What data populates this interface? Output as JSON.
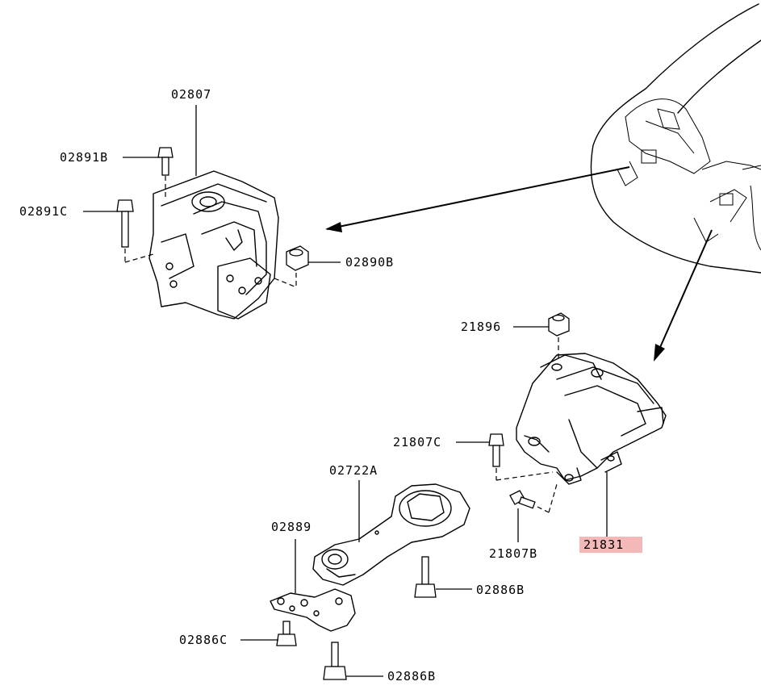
{
  "labels": {
    "p02807": "02807",
    "p02891B": "02891B",
    "p02891C": "02891C",
    "p02890B": "02890B",
    "p21896": "21896",
    "p21807C": "21807C",
    "p21807B": "21807B",
    "p21831": "21831",
    "p02722A": "02722A",
    "p02889": "02889",
    "p02886B_upper": "02886B",
    "p02886C": "02886C",
    "p02886B_lower": "02886B"
  },
  "colors": {
    "highlight": "#f5b8b8",
    "line": "#000000"
  },
  "highlighted_part": "21831"
}
